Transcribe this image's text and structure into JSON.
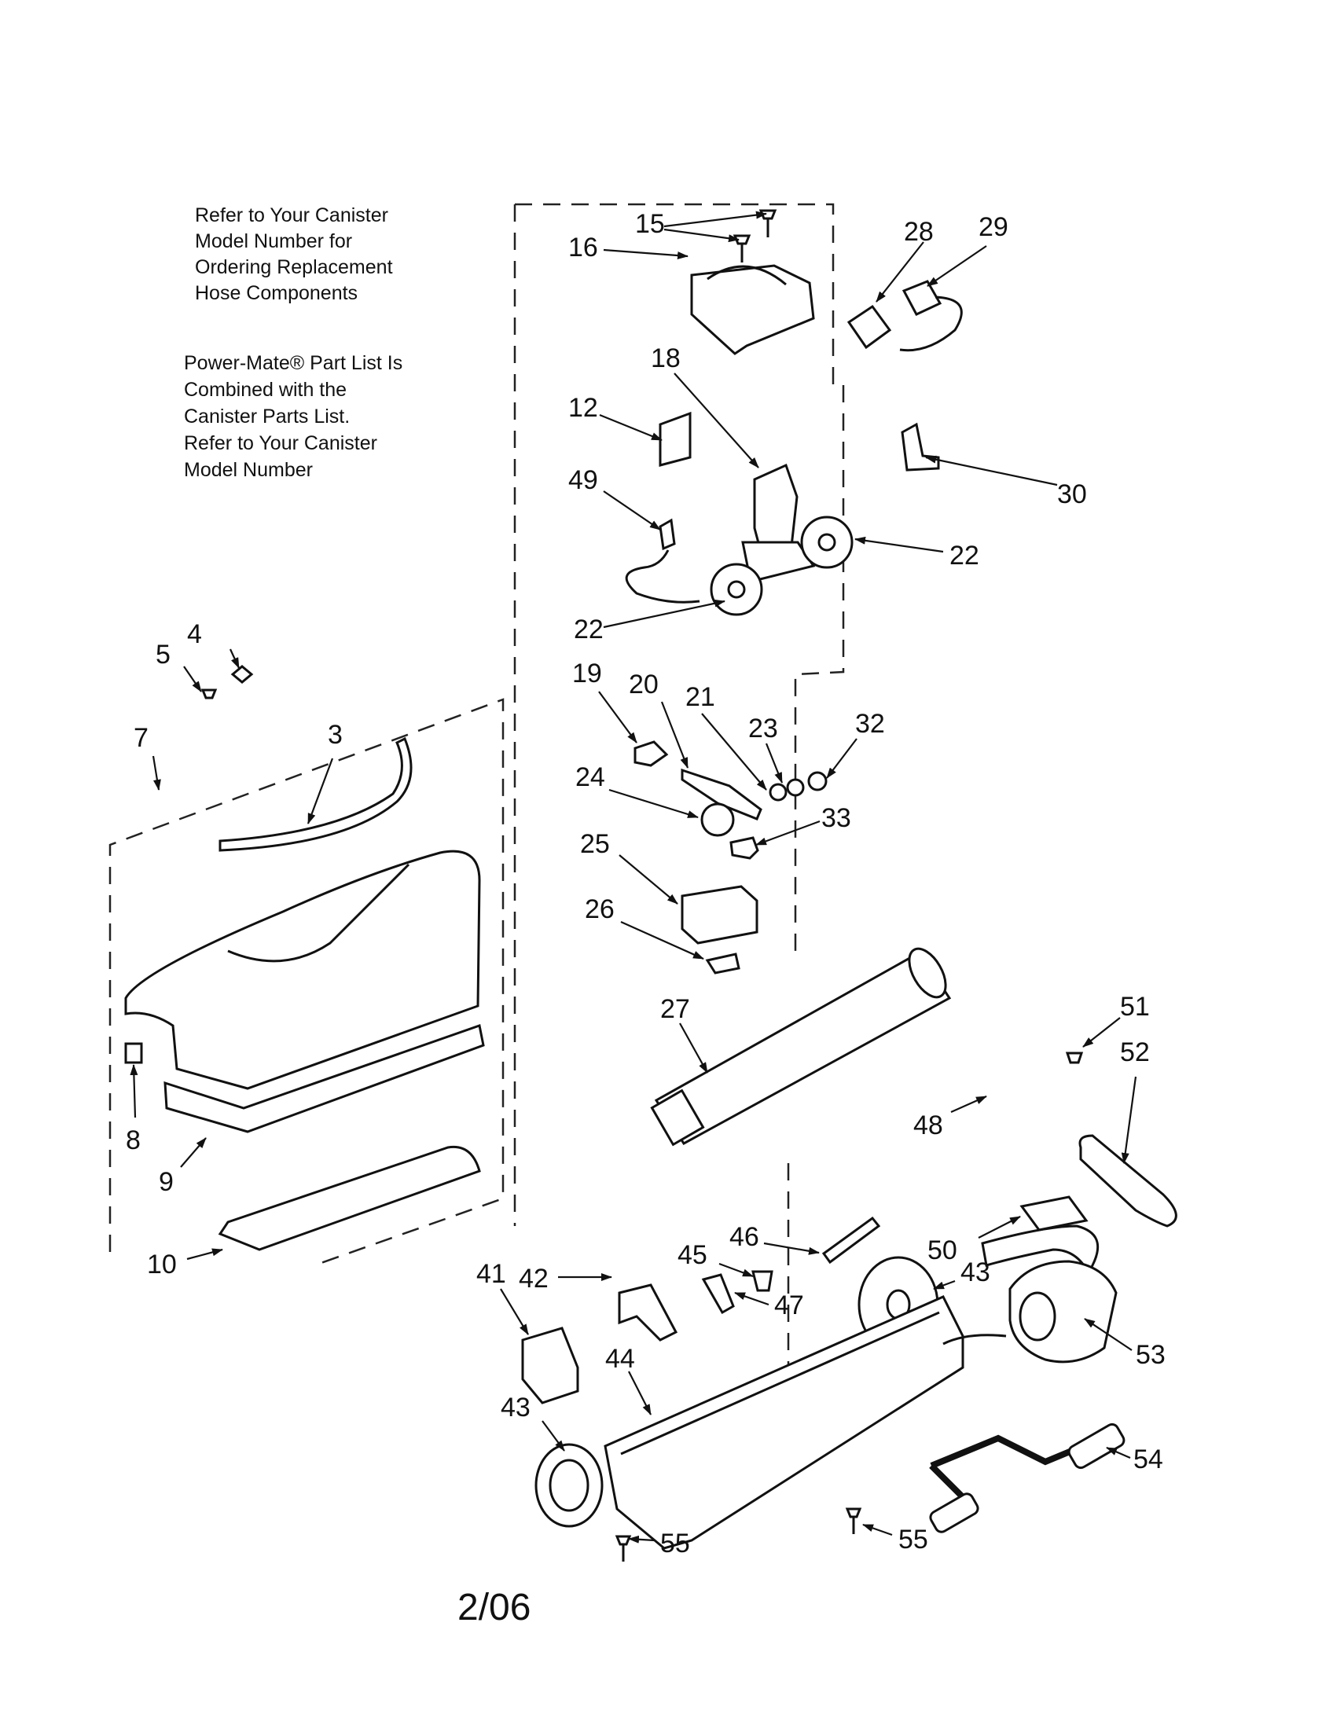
{
  "notes": {
    "hose": [
      "Refer to Your Canister",
      "Model Number for",
      "Ordering Replacement",
      "Hose Components"
    ],
    "parts_list": [
      "Power-Mate® Part List Is",
      "Combined with the",
      "Canister Parts List.",
      "Refer to Your Canister",
      "Model Number"
    ]
  },
  "labels": {
    "n3": "3",
    "n4": "4",
    "n5": "5",
    "n7": "7",
    "n8": "8",
    "n9": "9",
    "n10": "10",
    "n12": "12",
    "n15": "15",
    "n16": "16",
    "n18": "18",
    "n19": "19",
    "n20": "20",
    "n21": "21",
    "n22a": "22",
    "n22b": "22",
    "n23": "23",
    "n24": "24",
    "n25": "25",
    "n26": "26",
    "n27": "27",
    "n28": "28",
    "n29": "29",
    "n30": "30",
    "n32": "32",
    "n33": "33",
    "n41": "41",
    "n42": "42",
    "n43a": "43",
    "n43b": "43",
    "n44": "44",
    "n45": "45",
    "n46": "46",
    "n47": "47",
    "n48": "48",
    "n49": "49",
    "n50": "50",
    "n51": "51",
    "n52": "52",
    "n53": "53",
    "n54": "54",
    "n55a": "55",
    "n55b": "55"
  },
  "footer": {
    "date_code": "2/06"
  }
}
